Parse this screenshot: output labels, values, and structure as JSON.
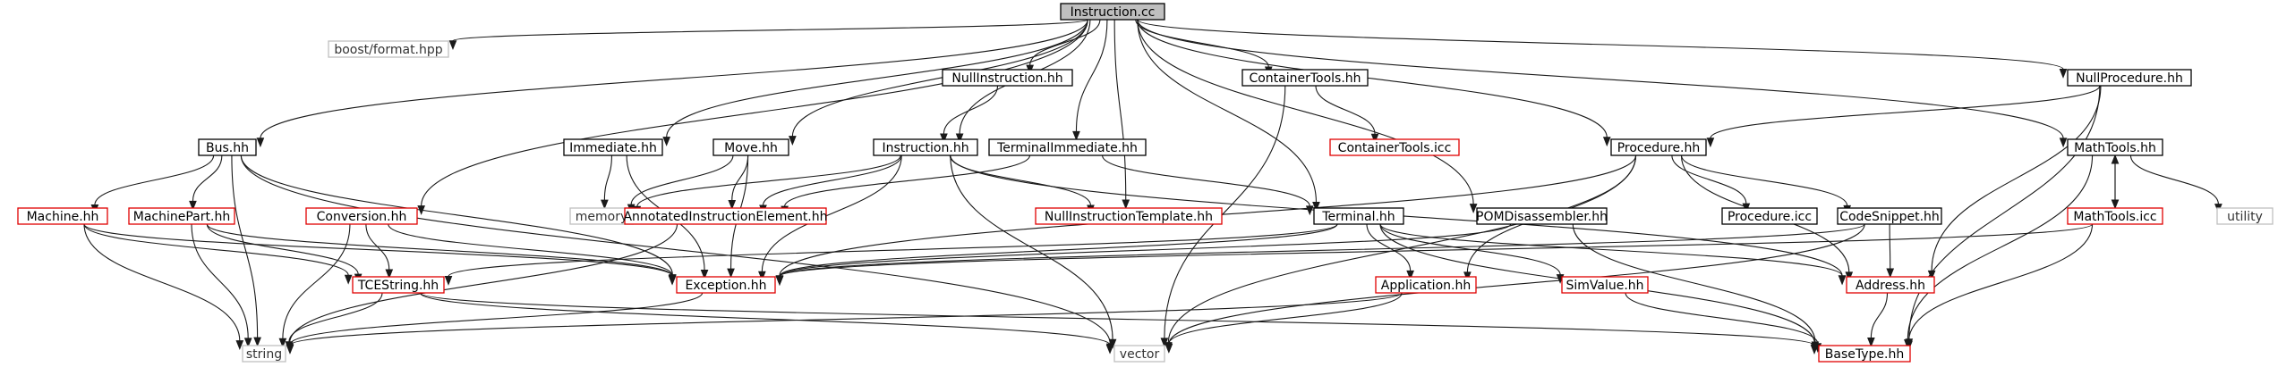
{
  "colors": {
    "root_fill": "#bfbfbf",
    "local_border": "#000000",
    "missing_border": "#e00000",
    "external_border": "#bfbfbf",
    "edge": "#1a1a1a",
    "background": "#ffffff"
  },
  "nodes": [
    {
      "id": "instruction_cc",
      "label": "Instruction.cc",
      "kind": "root"
    },
    {
      "id": "boost_format",
      "label": "boost/format.hpp",
      "kind": "external"
    },
    {
      "id": "bus_hh",
      "label": "Bus.hh",
      "kind": "local"
    },
    {
      "id": "conversion_hh",
      "label": "Conversion.hh",
      "kind": "missing"
    },
    {
      "id": "immediate_hh",
      "label": "Immediate.hh",
      "kind": "local"
    },
    {
      "id": "move_hh",
      "label": "Move.hh",
      "kind": "local"
    },
    {
      "id": "nullinstruction_hh",
      "label": "NullInstruction.hh",
      "kind": "local"
    },
    {
      "id": "instruction_hh",
      "label": "Instruction.hh",
      "kind": "local"
    },
    {
      "id": "terminalimmediate_hh",
      "label": "TerminalImmediate.hh",
      "kind": "local"
    },
    {
      "id": "nullinstructiontemplate_hh",
      "label": "NullInstructionTemplate.hh",
      "kind": "missing"
    },
    {
      "id": "containertools_hh",
      "label": "ContainerTools.hh",
      "kind": "local"
    },
    {
      "id": "containertools_icc",
      "label": "ContainerTools.icc",
      "kind": "missing"
    },
    {
      "id": "terminal_hh",
      "label": "Terminal.hh",
      "kind": "local"
    },
    {
      "id": "pomdisassembler_hh",
      "label": "POMDisassembler.hh",
      "kind": "local"
    },
    {
      "id": "procedure_hh",
      "label": "Procedure.hh",
      "kind": "local"
    },
    {
      "id": "nullprocedure_hh",
      "label": "NullProcedure.hh",
      "kind": "local"
    },
    {
      "id": "mathtools_hh",
      "label": "MathTools.hh",
      "kind": "local"
    },
    {
      "id": "mathtools_icc",
      "label": "MathTools.icc",
      "kind": "missing"
    },
    {
      "id": "utility",
      "label": "utility",
      "kind": "external"
    },
    {
      "id": "procedure_icc",
      "label": "Procedure.icc",
      "kind": "local"
    },
    {
      "id": "codesnippet_hh",
      "label": "CodeSnippet.hh",
      "kind": "local"
    },
    {
      "id": "machine_hh",
      "label": "Machine.hh",
      "kind": "missing"
    },
    {
      "id": "machinepart_hh",
      "label": "MachinePart.hh",
      "kind": "missing"
    },
    {
      "id": "memory",
      "label": "memory",
      "kind": "external"
    },
    {
      "id": "annotatedinstructionelement_hh",
      "label": "AnnotatedInstructionElement.hh",
      "kind": "missing"
    },
    {
      "id": "tcestring_hh",
      "label": "TCEString.hh",
      "kind": "missing"
    },
    {
      "id": "exception_hh",
      "label": "Exception.hh",
      "kind": "missing"
    },
    {
      "id": "application_hh",
      "label": "Application.hh",
      "kind": "missing"
    },
    {
      "id": "simvalue_hh",
      "label": "SimValue.hh",
      "kind": "missing"
    },
    {
      "id": "address_hh",
      "label": "Address.hh",
      "kind": "missing"
    },
    {
      "id": "string",
      "label": "string",
      "kind": "external"
    },
    {
      "id": "vector",
      "label": "vector",
      "kind": "external"
    },
    {
      "id": "basetype_hh",
      "label": "BaseType.hh",
      "kind": "missing"
    }
  ],
  "edges": [
    [
      "instruction_cc",
      "boost_format"
    ],
    [
      "instruction_cc",
      "bus_hh"
    ],
    [
      "instruction_cc",
      "conversion_hh"
    ],
    [
      "instruction_cc",
      "immediate_hh"
    ],
    [
      "instruction_cc",
      "move_hh"
    ],
    [
      "instruction_cc",
      "nullinstruction_hh"
    ],
    [
      "instruction_cc",
      "instruction_hh"
    ],
    [
      "instruction_cc",
      "terminalimmediate_hh"
    ],
    [
      "instruction_cc",
      "nullinstructiontemplate_hh"
    ],
    [
      "instruction_cc",
      "containertools_hh"
    ],
    [
      "instruction_cc",
      "terminal_hh"
    ],
    [
      "instruction_cc",
      "pomdisassembler_hh"
    ],
    [
      "instruction_cc",
      "procedure_hh"
    ],
    [
      "instruction_cc",
      "nullprocedure_hh"
    ],
    [
      "instruction_cc",
      "mathtools_hh"
    ],
    [
      "bus_hh",
      "machine_hh"
    ],
    [
      "bus_hh",
      "machinepart_hh"
    ],
    [
      "bus_hh",
      "string"
    ],
    [
      "bus_hh",
      "exception_hh"
    ],
    [
      "bus_hh",
      "vector"
    ],
    [
      "machine_hh",
      "tcestring_hh"
    ],
    [
      "machine_hh",
      "exception_hh"
    ],
    [
      "machine_hh",
      "string"
    ],
    [
      "machinepart_hh",
      "tcestring_hh"
    ],
    [
      "machinepart_hh",
      "exception_hh"
    ],
    [
      "machinepart_hh",
      "string"
    ],
    [
      "conversion_hh",
      "string"
    ],
    [
      "conversion_hh",
      "tcestring_hh"
    ],
    [
      "conversion_hh",
      "exception_hh"
    ],
    [
      "immediate_hh",
      "memory"
    ],
    [
      "immediate_hh",
      "exception_hh"
    ],
    [
      "move_hh",
      "memory"
    ],
    [
      "move_hh",
      "annotatedinstructionelement_hh"
    ],
    [
      "move_hh",
      "exception_hh"
    ],
    [
      "nullinstruction_hh",
      "instruction_hh"
    ],
    [
      "instruction_hh",
      "memory"
    ],
    [
      "instruction_hh",
      "annotatedinstructionelement_hh"
    ],
    [
      "instruction_hh",
      "nullinstructiontemplate_hh"
    ],
    [
      "instruction_hh",
      "exception_hh"
    ],
    [
      "instruction_hh",
      "vector"
    ],
    [
      "instruction_hh",
      "address_hh"
    ],
    [
      "terminalimmediate_hh",
      "annotatedinstructionelement_hh"
    ],
    [
      "terminalimmediate_hh",
      "terminal_hh"
    ],
    [
      "annotatedinstructionelement_hh",
      "string"
    ],
    [
      "containertools_hh",
      "containertools_icc"
    ],
    [
      "containertools_hh",
      "vector"
    ],
    [
      "terminal_hh",
      "tcestring_hh"
    ],
    [
      "terminal_hh",
      "exception_hh"
    ],
    [
      "terminal_hh",
      "application_hh"
    ],
    [
      "terminal_hh",
      "simvalue_hh"
    ],
    [
      "terminal_hh",
      "address_hh"
    ],
    [
      "terminal_hh",
      "basetype_hh"
    ],
    [
      "pomdisassembler_hh",
      "exception_hh"
    ],
    [
      "pomdisassembler_hh",
      "basetype_hh"
    ],
    [
      "procedure_hh",
      "exception_hh"
    ],
    [
      "procedure_hh",
      "application_hh"
    ],
    [
      "procedure_hh",
      "procedure_icc"
    ],
    [
      "procedure_hh",
      "codesnippet_hh"
    ],
    [
      "procedure_hh",
      "address_hh"
    ],
    [
      "procedure_hh",
      "vector"
    ],
    [
      "nullprocedure_hh",
      "procedure_hh"
    ],
    [
      "nullprocedure_hh",
      "address_hh"
    ],
    [
      "nullprocedure_hh",
      "basetype_hh"
    ],
    [
      "mathtools_hh",
      "mathtools_icc"
    ],
    [
      "mathtools_hh",
      "utility"
    ],
    [
      "mathtools_hh",
      "basetype_hh"
    ],
    [
      "mathtools_icc",
      "mathtools_hh"
    ],
    [
      "mathtools_icc",
      "exception_hh"
    ],
    [
      "mathtools_icc",
      "basetype_hh"
    ],
    [
      "codesnippet_hh",
      "address_hh"
    ],
    [
      "codesnippet_hh",
      "exception_hh"
    ],
    [
      "codesnippet_hh",
      "vector"
    ],
    [
      "tcestring_hh",
      "string"
    ],
    [
      "tcestring_hh",
      "vector"
    ],
    [
      "tcestring_hh",
      "basetype_hh"
    ],
    [
      "exception_hh",
      "string"
    ],
    [
      "application_hh",
      "string"
    ],
    [
      "application_hh",
      "vector"
    ],
    [
      "simvalue_hh",
      "basetype_hh"
    ],
    [
      "address_hh",
      "basetype_hh"
    ]
  ]
}
